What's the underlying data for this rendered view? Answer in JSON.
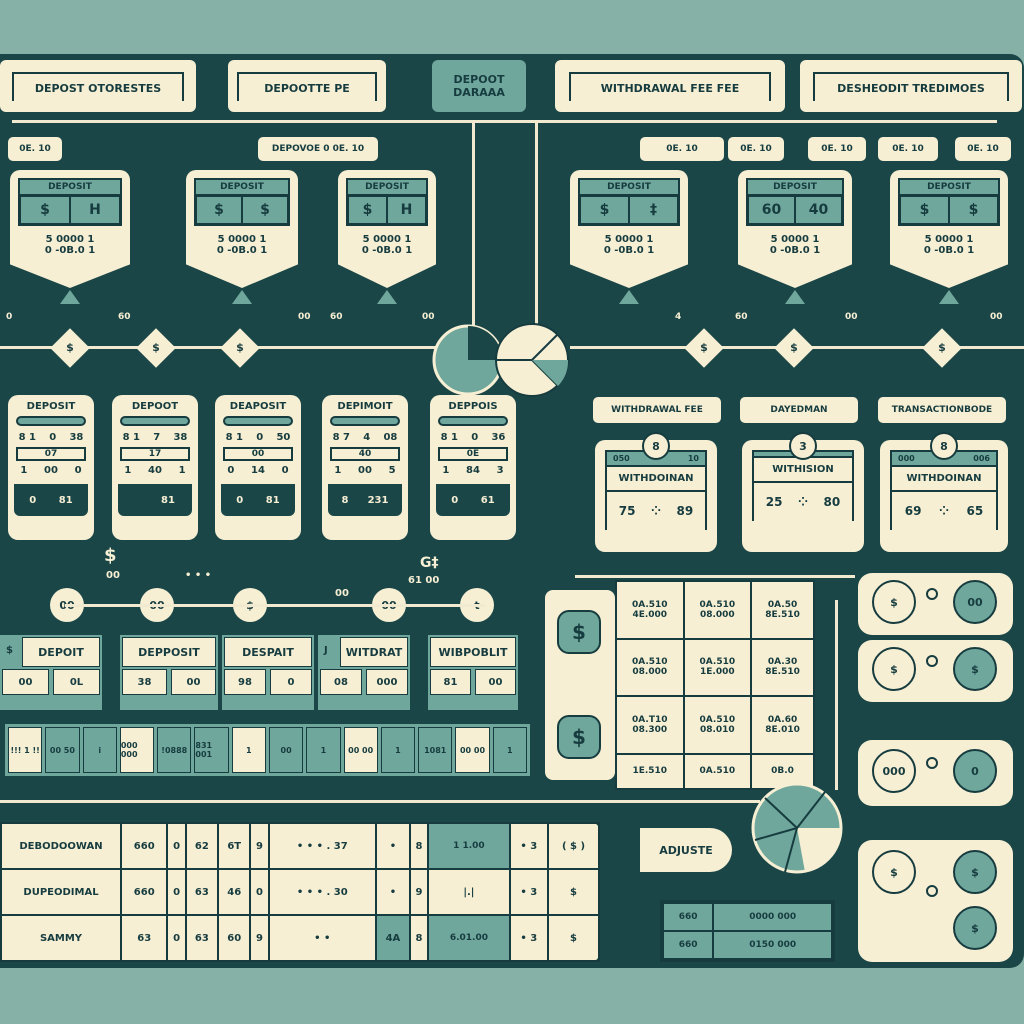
{
  "header": {
    "boxes": [
      "DEPOST OTORESTES",
      "DEPOOTTE PE",
      "DEPOOT DARAAA",
      "WITHDRAWAL FEE FEE",
      "DESHEODIT TREDIMOES"
    ]
  },
  "labels_row": [
    "0E. 10",
    "DEPOVOE 0 0E. 10",
    "0E. 10",
    "0E. 10",
    "0E. 10",
    "0E. 10",
    "0E. 10"
  ],
  "top_cards": [
    {
      "title": "DEPOSIT",
      "icons": [
        "$",
        "H"
      ],
      "line1": "5 0000 1",
      "line2": "0 -0B.0 1"
    },
    {
      "title": "DEPOSIT",
      "icons": [
        "$",
        "$"
      ],
      "line1": "5 0000 1",
      "line2": "0 -0B.0 1"
    },
    {
      "title": "DEPOSIT",
      "icons": [
        "$",
        "H"
      ],
      "line1": "5 0000 1",
      "line2": "0 -0B.0 1"
    },
    {
      "title": "DEPOSIT",
      "icons": [
        "$",
        "‡"
      ],
      "line1": "5 0000 1",
      "line2": "0 -0B.0 1"
    },
    {
      "title": "DEPOSIT",
      "icons": [
        "60",
        "40"
      ],
      "line1": "5 0000 1",
      "line2": "0 -0B.0 1"
    },
    {
      "title": "DEPOSIT",
      "icons": [
        "$",
        "$"
      ],
      "line1": "5 0000 1",
      "line2": "0 -0B.0 1"
    }
  ],
  "diamonds": [
    "$",
    "$",
    "$",
    "$",
    "$",
    "$"
  ],
  "side_numbers": [
    "0",
    "60",
    "00",
    "60",
    "00",
    "4",
    "60",
    "00",
    "00"
  ],
  "mid_cards": [
    {
      "title": "DEPOSIT",
      "r1": [
        "8 1",
        "0",
        "38"
      ],
      "mid": "07",
      "r2": [
        "1",
        "00",
        "0"
      ],
      "foot": [
        "0",
        "81"
      ]
    },
    {
      "title": "DEPOOT",
      "r1": [
        "8 1",
        "7",
        "38"
      ],
      "mid": "17",
      "r2": [
        "1",
        "40",
        "1"
      ],
      "foot": [
        "",
        "81"
      ]
    },
    {
      "title": "DEAPOSIT",
      "r1": [
        "8 1",
        "0",
        "50"
      ],
      "mid": "00",
      "r2": [
        "0",
        "14",
        "0"
      ],
      "foot": [
        "0",
        "81"
      ]
    },
    {
      "title": "DEPIMOIT",
      "r1": [
        "8 7",
        "4",
        "08"
      ],
      "mid": "40",
      "r2": [
        "1",
        "00",
        "5"
      ],
      "foot": [
        "8",
        "231"
      ]
    },
    {
      "title": "DEPPOIS",
      "r1": [
        "8 1",
        "0",
        "36"
      ],
      "mid": "0E",
      "r2": [
        "1",
        "84",
        "3"
      ],
      "foot": [
        "0",
        "61"
      ]
    }
  ],
  "fee_labels": [
    "WITHDRAWAL FEE",
    "DAYEDMAN",
    "TRANSACTIONBODE"
  ],
  "fee_cards": [
    {
      "badge": "8",
      "head": [
        "050",
        "10"
      ],
      "title": "WITHDOINAN",
      "left": "75",
      "right": "89"
    },
    {
      "badge": "3",
      "head": [
        "",
        ""
      ],
      "title": "WITHISION",
      "left": "25",
      "right": "80"
    },
    {
      "badge": "8",
      "head": [
        "000",
        "006"
      ],
      "title": "WITHDOINAN",
      "left": "69",
      "right": "65"
    }
  ],
  "circles": [
    "00",
    "00",
    "$",
    "00",
    "t"
  ],
  "loose": {
    "dollar": "$",
    "dollar_val": "00",
    "g_icon": "G‡",
    "g_val": "61 00",
    "dots": "• • •",
    "mid_val": "00"
  },
  "deposit_boxes": [
    {
      "label": "DEPOIT",
      "prefix": "$",
      "vals": [
        "00",
        "0L"
      ]
    },
    {
      "label": "DEPPOSIT",
      "prefix": "",
      "vals": [
        "38",
        "00"
      ]
    },
    {
      "label": "DESPAIT",
      "prefix": "",
      "vals": [
        "98",
        "0"
      ]
    },
    {
      "label": "WITDRAT",
      "prefix": "J",
      "vals": [
        "08",
        "000"
      ]
    },
    {
      "label": "WIBPOBLIT",
      "prefix": "",
      "vals": [
        "81",
        "00"
      ]
    }
  ],
  "mini_table": [
    "!!! 1 !!",
    "00 50",
    "i",
    "000 000",
    "!0888",
    "831 001",
    "1",
    "00",
    "1",
    "00 00",
    "1",
    "1081",
    "00 00",
    "1"
  ],
  "amount_table": [
    [
      "0A.510 4E.000",
      "0A.510 08.000",
      "0A.50 8E.510"
    ],
    [
      "0A.510 08.000",
      "0A.510 1E.000",
      "0A.30 8E.510"
    ],
    [
      "0A.T10 08.300",
      "0A.510 08.010",
      "0A.60 8E.010"
    ],
    [
      "1E.510",
      "0A.510",
      "0B.0"
    ]
  ],
  "money_icons": [
    "$",
    "$"
  ],
  "right_panels": {
    "p1": [
      "$",
      "o",
      "00"
    ],
    "p2": [
      "$",
      "o",
      "$"
    ],
    "p3": [
      "000",
      "o",
      "0"
    ],
    "p4": [
      "$",
      "$",
      "o",
      "$"
    ]
  },
  "bottom_table": {
    "rows": [
      {
        "name": "DEBODOOWAN",
        "cells": [
          "660",
          "0",
          "62",
          "6T",
          "9",
          "• • • . 37",
          "•",
          "8",
          "1 1.00",
          "• 3",
          "( $ )"
        ]
      },
      {
        "name": "DUPEODIMAL",
        "cells": [
          "660",
          "0",
          "63",
          "46",
          "0",
          "• • • . 30",
          "•",
          "9",
          "|.|",
          "• 3",
          "$"
        ]
      },
      {
        "name": "SAMMY",
        "cells": [
          "63",
          "0",
          "63",
          "60",
          "9",
          "• •",
          "4A",
          "8",
          "6.01.00",
          "• 3",
          "$"
        ]
      }
    ]
  },
  "adjust_label": "ADJUSTE",
  "small_table": [
    [
      "660",
      "0000 000"
    ],
    [
      "660",
      "0150 000"
    ]
  ],
  "colors": {
    "frame": "#1b4647",
    "cream": "#f6efd4",
    "teal": "#6fa79c",
    "page": "#86b1a7"
  }
}
